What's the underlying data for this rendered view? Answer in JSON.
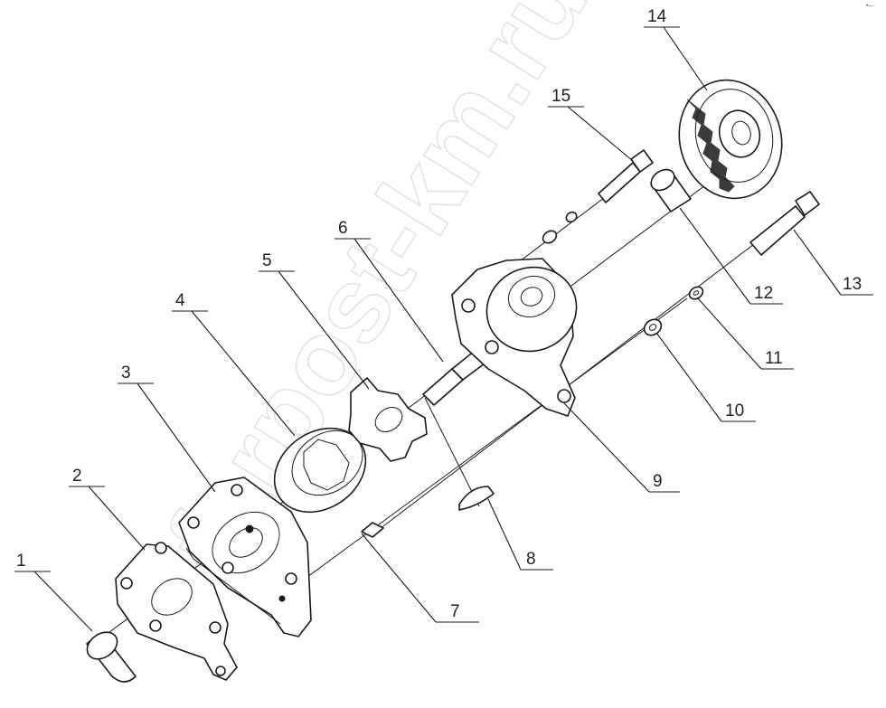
{
  "diagram": {
    "watermark": "farpost-km.ru",
    "corner_mark": "•—",
    "callouts": [
      "1",
      "2",
      "3",
      "4",
      "5",
      "6",
      "7",
      "8",
      "9",
      "10",
      "11",
      "12",
      "13",
      "14",
      "15"
    ]
  }
}
